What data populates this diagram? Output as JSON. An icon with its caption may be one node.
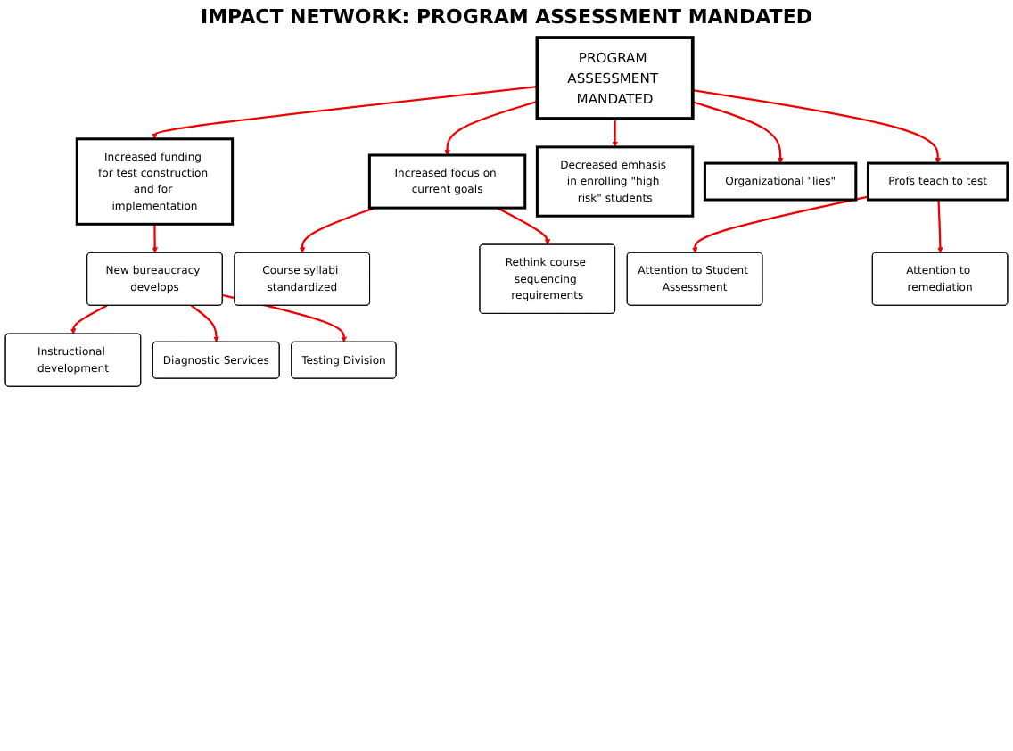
{
  "diagram": {
    "title": "IMPACT NETWORK:  PROGRAM ASSESSMENT MANDATED",
    "nodes": [
      {
        "text": [
          "Instructional development"
        ]
      },
      {
        "text": [
          "Diagnostic Services"
        ]
      },
      {
        "text": [
          "New bureaucracy develops"
        ]
      },
      {
        "text": [
          "Testing Division"
        ]
      },
      {
        "text": [
          "Increased funding for test construction and for implementation"
        ]
      },
      {
        "text": [
          "Course syllabi standardized"
        ]
      },
      {
        "text": [
          "Attention to Student Assessment"
        ]
      },
      {
        "text": [
          "Increased focus on current goals"
        ]
      },
      {
        "text": [
          "PROGRAM ASSESSMENT MANDATED"
        ]
      },
      {
        "text": [
          "Profs teach to test"
        ]
      },
      {
        "text": [
          "Rethink course sequencing requirements"
        ]
      },
      {
        "text": [
          "Decreased emhasis in enrolling \"high risk\" students"
        ]
      },
      {
        "text": [
          "Organizational \"lies\""
        ]
      },
      {
        "text": [
          "Attention to remediation"
        ]
      }
    ],
    "edges": [
      {
        "from": 8,
        "to": 4,
        "arrow": "to"
      },
      {
        "from": 4,
        "to": 2,
        "arrow": "to"
      },
      {
        "from": 2,
        "to": 0,
        "arrow": "to"
      },
      {
        "from": 2,
        "to": 1,
        "arrow": "to"
      },
      {
        "from": 2,
        "to": 3,
        "arrow": "to"
      },
      {
        "from": 8,
        "to": 7,
        "arrow": "to"
      },
      {
        "from": 7,
        "to": 5,
        "arrow": "to"
      },
      {
        "from": 7,
        "to": 10,
        "arrow": "to"
      },
      {
        "from": 8,
        "to": 11,
        "arrow": "to"
      },
      {
        "from": 8,
        "to": 12,
        "arrow": "to"
      },
      {
        "from": 8,
        "to": 9,
        "arrow": "to"
      },
      {
        "from": 9,
        "to": 6,
        "arrow": "to"
      },
      {
        "from": 9,
        "to": 13,
        "arrow": "to"
      }
    ]
  }
}
